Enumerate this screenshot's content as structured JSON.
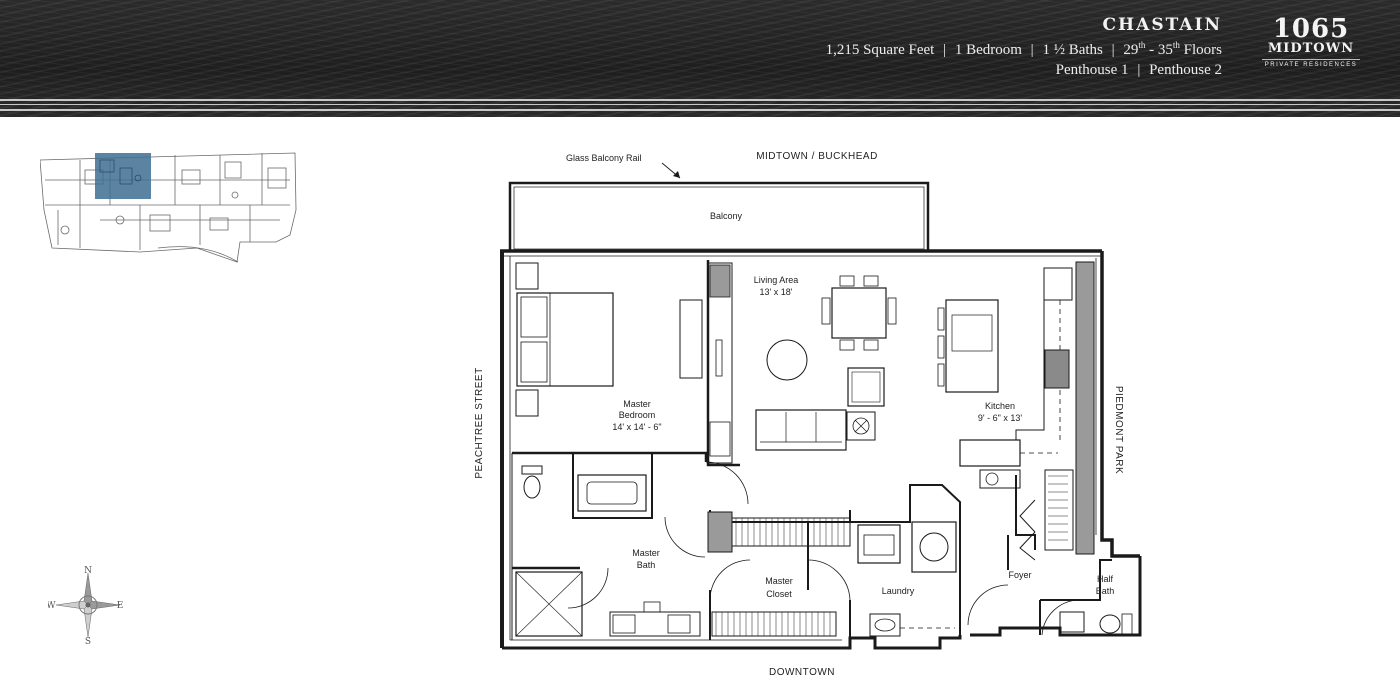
{
  "header": {
    "unit_name": "CHASTAIN",
    "sqft": "1,215 Square Feet",
    "bedrooms": "1 Bedroom",
    "baths": "1 ½ Baths",
    "floor_from": "29",
    "floor_from_sup": "th",
    "floor_to": "35",
    "floor_to_sup": "th",
    "floors_word": "Floors",
    "penthouse_1": "Penthouse 1",
    "penthouse_2": "Penthouse 2",
    "separator": "|"
  },
  "logo": {
    "number": "1065",
    "word": "MIDTOWN",
    "tagline": "PRIVATE RESIDENCES"
  },
  "compass": {
    "n": "N",
    "s": "S",
    "e": "E",
    "w": "W"
  },
  "directions": {
    "top": "MIDTOWN / BUCKHEAD",
    "bottom": "DOWNTOWN",
    "left": "PEACHTREE STREET",
    "right": "PIEDMONT PARK"
  },
  "callouts": {
    "glass_rail": "Glass Balcony Rail"
  },
  "rooms": {
    "balcony": "Balcony",
    "living": {
      "name": "Living Area",
      "size": "13' x 18'"
    },
    "master_bedroom": {
      "name": "Master",
      "name2": "Bedroom",
      "size": "14' x 14' - 6\""
    },
    "kitchen": {
      "name": "Kitchen",
      "size": "9' - 6\" x 13'"
    },
    "master_bath": {
      "name": "Master",
      "name2": "Bath"
    },
    "master_closet": {
      "name": "Master",
      "name2": "Closet"
    },
    "laundry": "Laundry",
    "foyer": "Foyer",
    "half_bath": {
      "name": "Half",
      "name2": "Bath"
    }
  },
  "colors": {
    "highlight": "#3d6f92",
    "header_bg": "#242424",
    "wall": "#1a1a1a",
    "fixture_gray": "#9a9a9a"
  }
}
